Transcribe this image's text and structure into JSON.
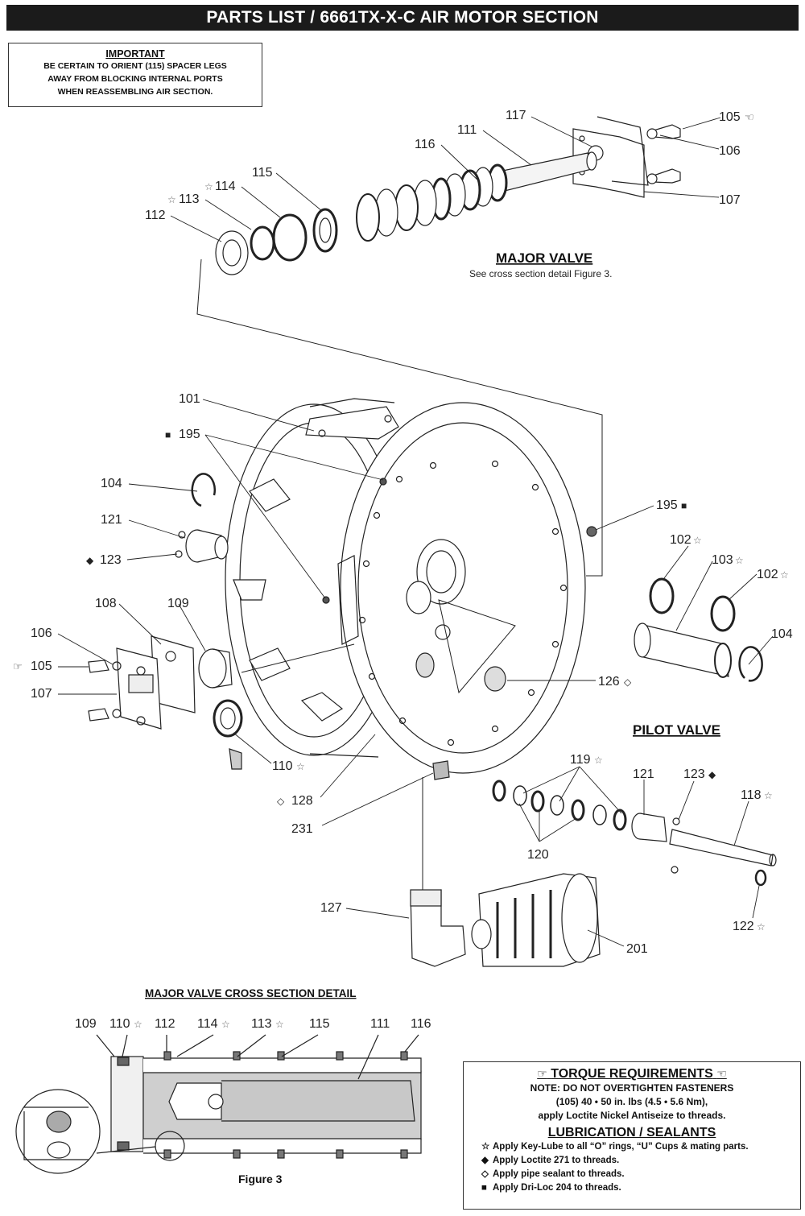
{
  "header": {
    "title": "PARTS LIST / 6661TX-X-C AIR MOTOR SECTION"
  },
  "important": {
    "title": "IMPORTANT",
    "lines": [
      "BE CERTAIN TO ORIENT (115) SPACER LEGS",
      "AWAY FROM BLOCKING INTERNAL PORTS",
      "WHEN REASSEMBLING AIR SECTION."
    ]
  },
  "major_valve": {
    "title": "MAJOR VALVE",
    "note": "See cross section detail Figure 3."
  },
  "pilot_valve": {
    "title": "PILOT VALVE"
  },
  "callouts": {
    "c105_top": "105",
    "c106_top": "106",
    "c107_top": "107",
    "c117": "117",
    "c111_top": "111",
    "c116_top": "116",
    "c115_top": "115",
    "c114_top": "114",
    "c113_top": "113",
    "c112_top": "112",
    "c101": "101",
    "c195_left": "195",
    "c195_right": "195",
    "c104_left": "104",
    "c121_left": "121",
    "c123_left": "123",
    "c108": "108",
    "c109": "109",
    "c106_left": "106",
    "c105_left": "105",
    "c107_left": "107",
    "c110": "110",
    "c128": "128",
    "c231": "231",
    "c102_a": "102",
    "c103": "103",
    "c102_b": "102",
    "c104_right": "104",
    "c126": "126",
    "c119": "119",
    "c121_right": "121",
    "c123_right": "123",
    "c118": "118",
    "c120": "120",
    "c122": "122",
    "c127": "127",
    "c201": "201"
  },
  "cross_section": {
    "title": "MAJOR VALVE CROSS SECTION DETAIL",
    "figure": "Figure 3",
    "labels": [
      "109",
      "110",
      "112",
      "114",
      "113",
      "115",
      "111",
      "116"
    ]
  },
  "torque": {
    "title": "TORQUE REQUIREMENTS",
    "note": "NOTE: DO NOT OVERTIGHTEN FASTENERS",
    "spec": "(105) 40 • 50 in. lbs (4.5 • 5.6 Nm),",
    "apply": "apply Loctite Nickel Antiseize to threads.",
    "lub_title": "LUBRICATION / SEALANTS",
    "lub_items": [
      {
        "symbol": "☆",
        "text": "Apply Key-Lube to all “O” rings, “U” Cups & mating parts."
      },
      {
        "symbol": "◆",
        "text": "Apply Loctite 271 to threads."
      },
      {
        "symbol": "◇",
        "text": "Apply pipe sealant to threads."
      },
      {
        "symbol": "■",
        "text": "Apply Dri-Loc 204 to threads."
      }
    ]
  }
}
